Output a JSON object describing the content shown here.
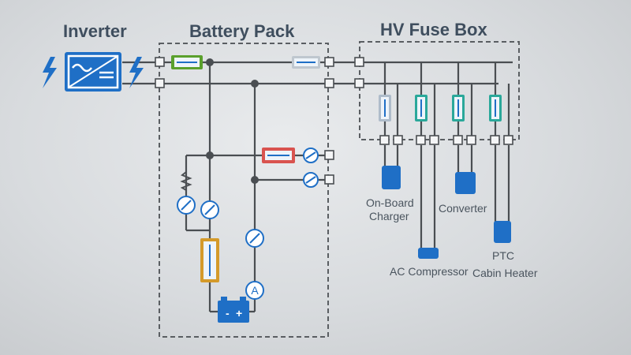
{
  "labels": {
    "inverter": "Inverter",
    "battery_pack": "Battery Pack",
    "hv_fuse_box": "HV Fuse Box",
    "on_board_charger_1": "On-Board",
    "on_board_charger_2": "Charger",
    "converter": "Converter",
    "ac_compressor": "AC Compressor",
    "ptc_1": "PTC",
    "ptc_2": "Cabin Heater",
    "ammeter": "A",
    "battery_minus": "-",
    "battery_plus": "+"
  },
  "colors": {
    "title": "#3f4e5e",
    "label": "#4a545e",
    "icon_blue": "#1f6fc6",
    "fuse_main": "#5aa02c",
    "fuse_precharge": "#d9534f",
    "fuse_battery": "#d49a2a",
    "fuse_teal": "#2aa89a",
    "wire": "#4a4e52"
  }
}
